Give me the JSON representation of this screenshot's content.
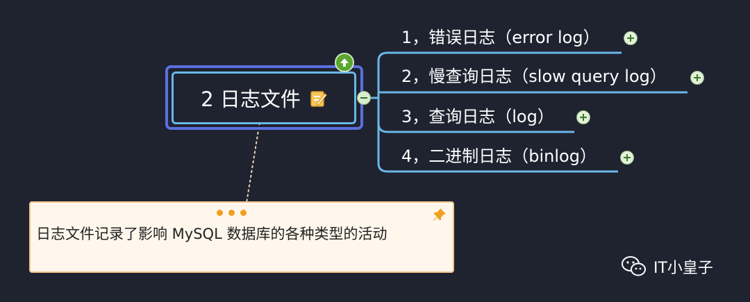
{
  "central_topic": {
    "title": "2 日志文件",
    "edit_icon": "edit-note-icon",
    "up_icon": "arrow-up-icon"
  },
  "subtopics": [
    {
      "label": "1，错误日志（error log）"
    },
    {
      "label": "2，慢查询日志（slow query log）"
    },
    {
      "label": "3，查询日志（log）"
    },
    {
      "label": "4，二进制日志（binlog）"
    }
  ],
  "note": {
    "text": "日志文件记录了影响 MySQL 数据库的各种类型的活动",
    "pin_icon": "pin-icon"
  },
  "watermark": {
    "text": "IT小皇子",
    "icon": "wechat-icon"
  },
  "colors": {
    "background": "#1f2330",
    "topic_outer_border": "#5b6fe0",
    "topic_inner_border": "#6ab7e8",
    "branch_line": "#6ab7e8",
    "note_background": "#fff7ec",
    "note_border": "#f1c68c",
    "accent_orange": "#f0a020",
    "plus_green": "#3a7a25"
  }
}
